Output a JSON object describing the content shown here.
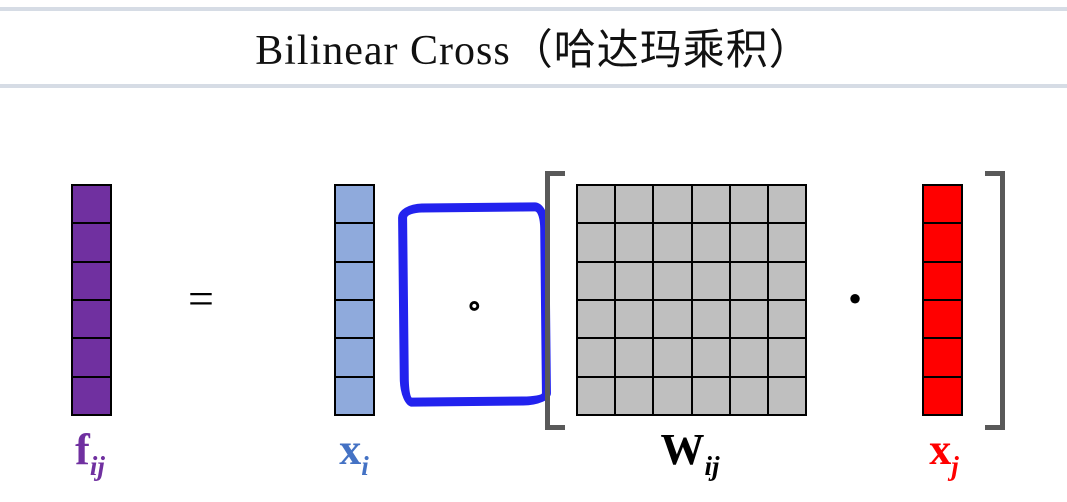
{
  "title": "Bilinear Cross（哈达玛乘积）",
  "operators": {
    "equals": "=",
    "hadamard": "∘",
    "dot": "·"
  },
  "labels": {
    "f": {
      "base": "f",
      "sub": "ij"
    },
    "xi": {
      "base": "x",
      "sub": "i"
    },
    "W": {
      "base": "W",
      "sub": "ij"
    },
    "xj": {
      "base": "x",
      "sub": "j"
    }
  },
  "vectors": {
    "f": {
      "cells": 6
    },
    "xi": {
      "cells": 6
    },
    "xj": {
      "cells": 6
    }
  },
  "matrix": {
    "rows": 6,
    "cols": 6
  },
  "colors": {
    "purple": "#7030A0",
    "blue_cell": "#8FAADC",
    "blue_label": "#4472C4",
    "blue_outline": "#2222EE",
    "gray_cell": "#BFBFBF",
    "red": "#FF0000",
    "bracket": "#595959",
    "rule": "#D6DCE5",
    "cell_border": "#000000"
  }
}
